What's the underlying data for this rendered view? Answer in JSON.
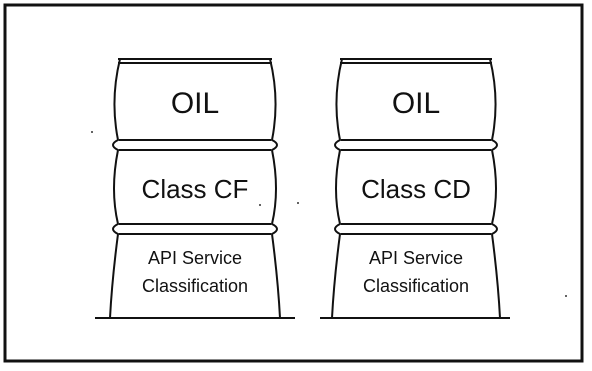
{
  "barrels": [
    {
      "top_label": "OIL",
      "middle_label": "Class CF",
      "bottom_line_1": "API Service",
      "bottom_line_2": "Classification"
    },
    {
      "top_label": "OIL",
      "middle_label": "Class CD",
      "bottom_line_1": "API Service",
      "bottom_line_2": "Classification"
    }
  ]
}
